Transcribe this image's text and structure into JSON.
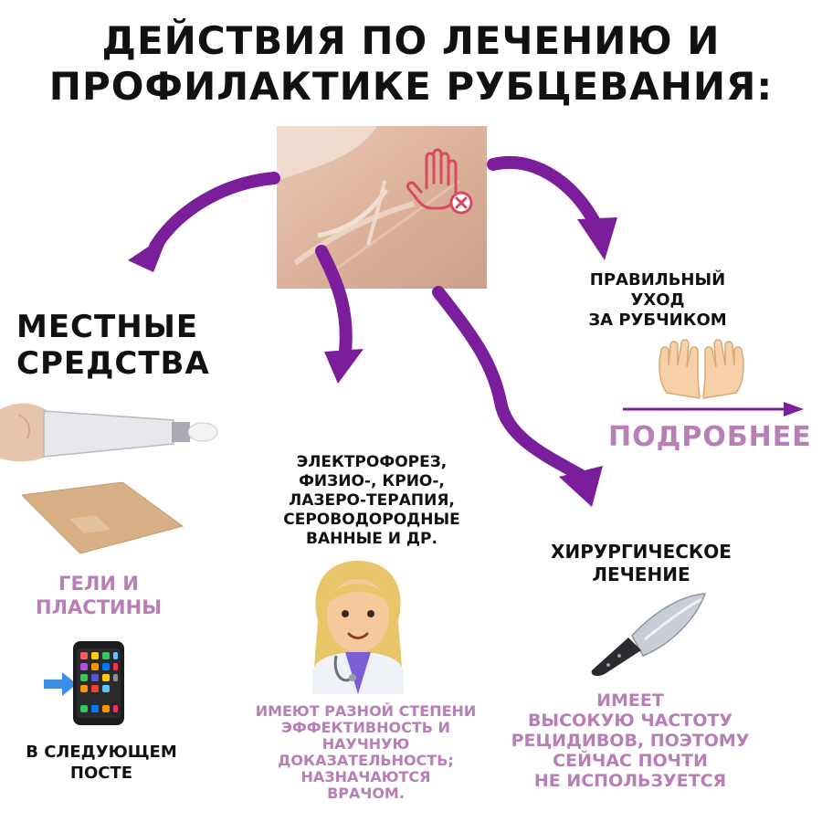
{
  "title": {
    "line1": "ДЕЙСТВИЯ ПО ЛЕЧЕНИЮ И",
    "line2": "ПРОФИЛАКТИКЕ РУБЦЕВАНИЯ:"
  },
  "local_means": {
    "heading_line1": "МЕСТНЫЕ",
    "heading_line2": "СРЕДСТВА",
    "gels_line1": "ГЕЛИ И",
    "gels_line2": "ПЛАСТИНЫ",
    "next_post_line1": "В СЛЕДУЮЩЕМ",
    "next_post_line2": "ПОСТЕ"
  },
  "physio": {
    "line1": "ЭЛЕКТРОФОРЕЗ,",
    "line2": "ФИЗИО-, КРИО-,",
    "line3": "ЛАЗЕРО-ТЕРАПИЯ,",
    "line4": "СЕРОВОДОРОДНЫЕ",
    "line5": "ВАННЫЕ И ДР.",
    "note_line1": "ИМЕЮТ РАЗНОЙ СТЕПЕНИ",
    "note_line2": "ЭФФЕКТИВНОСТЬ И",
    "note_line3": "НАУЧНУЮ",
    "note_line4": "ДОКАЗАТЕЛЬНОСТЬ;",
    "note_line5": "НАЗНАЧАЮТСЯ",
    "note_line6": "ВРАЧОМ."
  },
  "care": {
    "line1": "ПРАВИЛЬНЫЙ",
    "line2": "УХОД",
    "line3": "ЗА РУБЧИКОМ",
    "more": "ПОДРОБНЕЕ"
  },
  "surgery": {
    "line1": "ХИРУРГИЧЕСКОЕ",
    "line2": "ЛЕЧЕНИЕ",
    "note_line1": "ИМЕЕТ",
    "note_line2": "ВЫСОКУЮ ЧАСТОТУ",
    "note_line3": "РЕЦИДИВОВ, ПОЭТОМУ",
    "note_line4": "СЕЙЧАС ПОЧТИ",
    "note_line5": "НЕ ИСПОЛЬЗУЕТСЯ"
  },
  "icons": [
    "no-touch-hand-icon",
    "open-palms-icon",
    "smartphone-icon",
    "right-arrow-icon",
    "doctor-emoji-icon",
    "knife-icon",
    "ointment-tube-image",
    "silicone-plate-image",
    "scar-photo"
  ],
  "colors": {
    "arrow_purple": "#7a1e9c",
    "caption_purple": "#b77fb6",
    "dark_text": "#111111",
    "icon_red": "#d84a62"
  }
}
